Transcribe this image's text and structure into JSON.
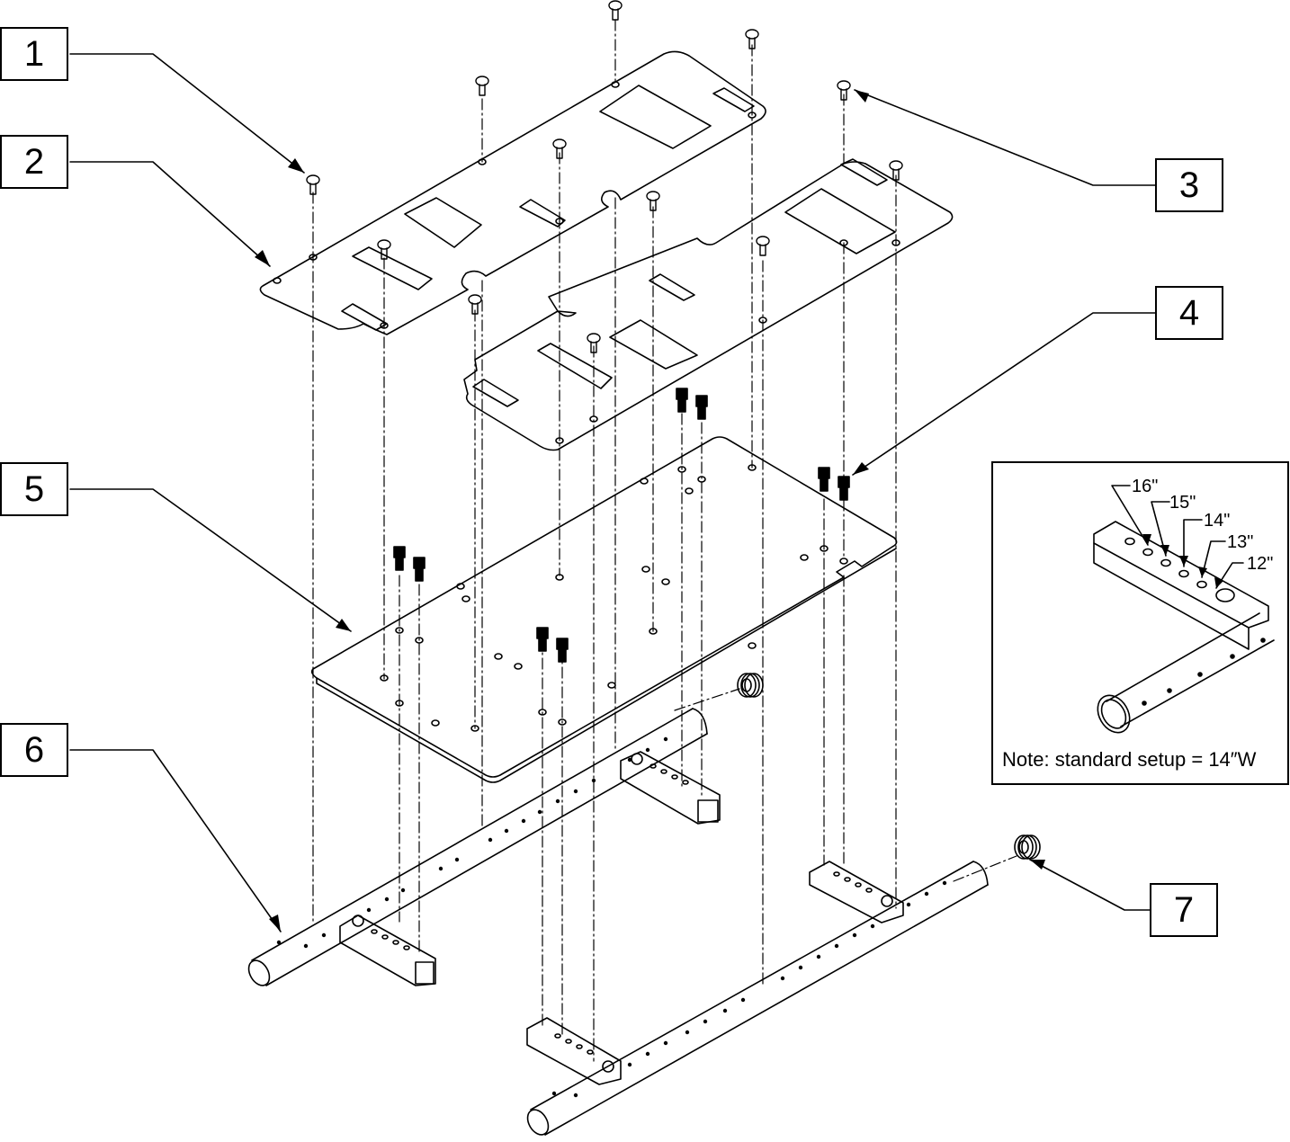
{
  "callouts": [
    "1",
    "2",
    "3",
    "4",
    "5",
    "6",
    "7"
  ],
  "inset": {
    "width_labels": [
      "16\"",
      "15\"",
      "14\"",
      "13\"",
      "12\""
    ],
    "note": "Note: standard setup = 14″W"
  },
  "colors": {
    "line": "#000000",
    "background": "#ffffff"
  }
}
